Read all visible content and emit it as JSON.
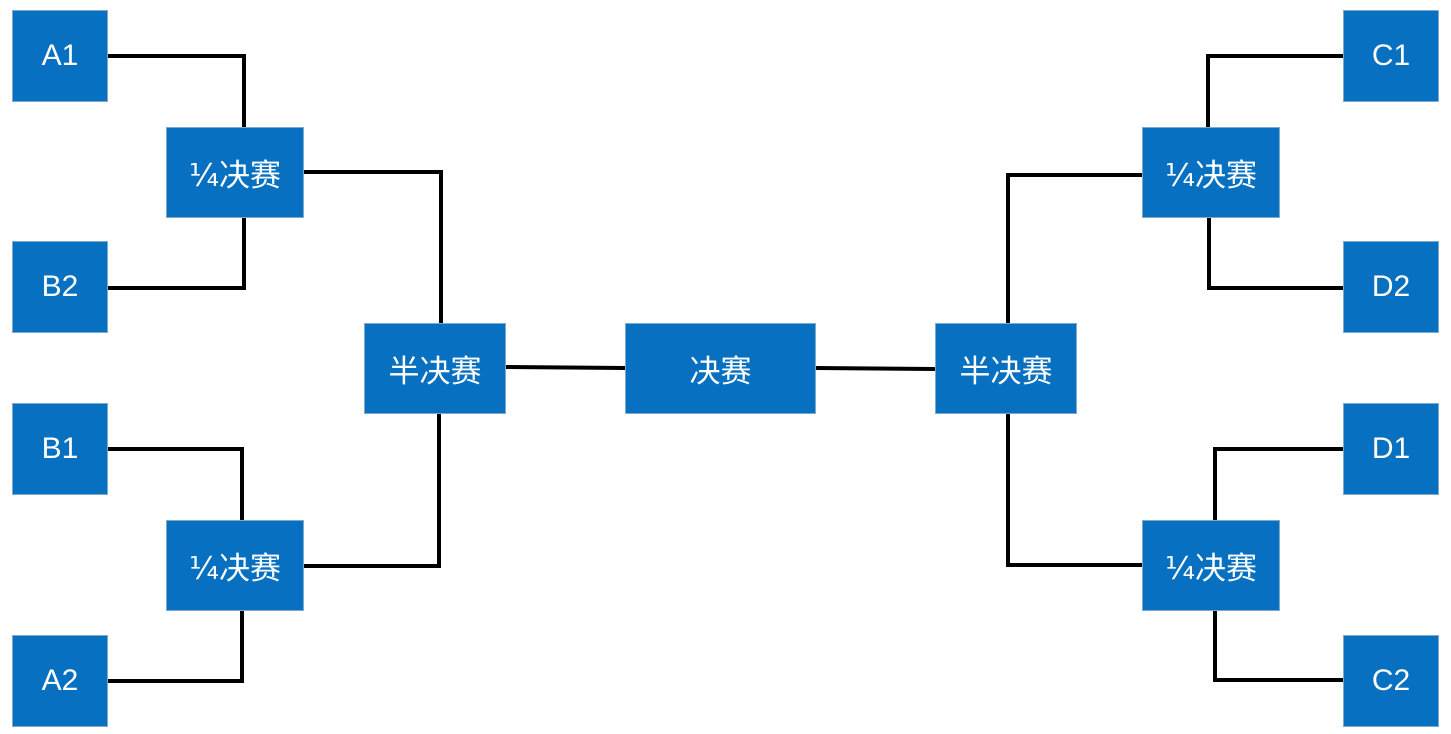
{
  "teams": {
    "a1": "A1",
    "b2": "B2",
    "b1": "B1",
    "a2": "A2",
    "c1": "C1",
    "d2": "D2",
    "d1": "D1",
    "c2": "C2"
  },
  "rounds": {
    "quarterfinal": "¼决赛",
    "semifinal": "半决赛",
    "final": "决赛"
  },
  "colors": {
    "node_fill": "#0870c0",
    "node_border": "#7fa8c9",
    "connector": "#000000",
    "text": "#ffffff"
  }
}
